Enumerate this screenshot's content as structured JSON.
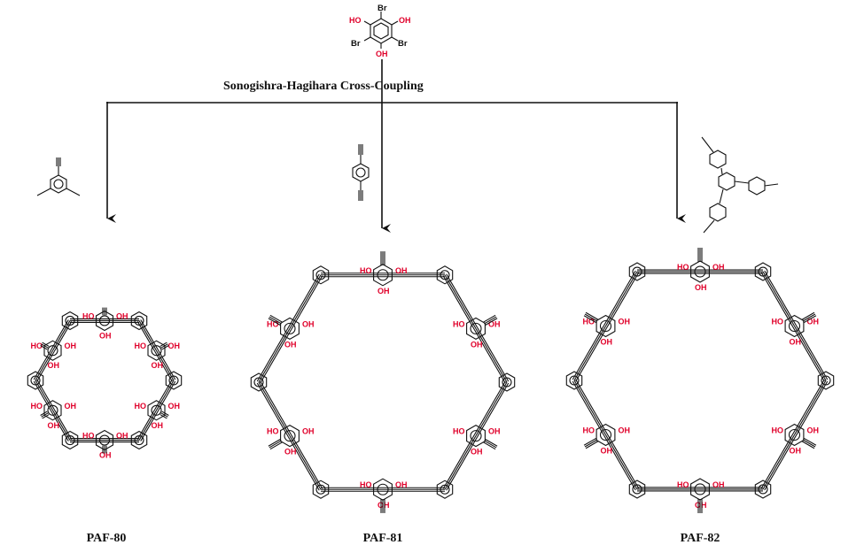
{
  "reaction": {
    "label": "Sonogishra-Hagihara  Cross-Coupling",
    "monomer": {
      "top_br": "Br",
      "left_br": "Br",
      "right_br": "Br",
      "left_oh": "HO",
      "right_oh": "OH",
      "bottom_oh": "OH"
    }
  },
  "products": [
    {
      "name": "PAF-80"
    },
    {
      "name": "PAF-81"
    },
    {
      "name": "PAF-82"
    }
  ],
  "colors": {
    "hydroxyl": "#e0002a",
    "line": "#111111"
  }
}
